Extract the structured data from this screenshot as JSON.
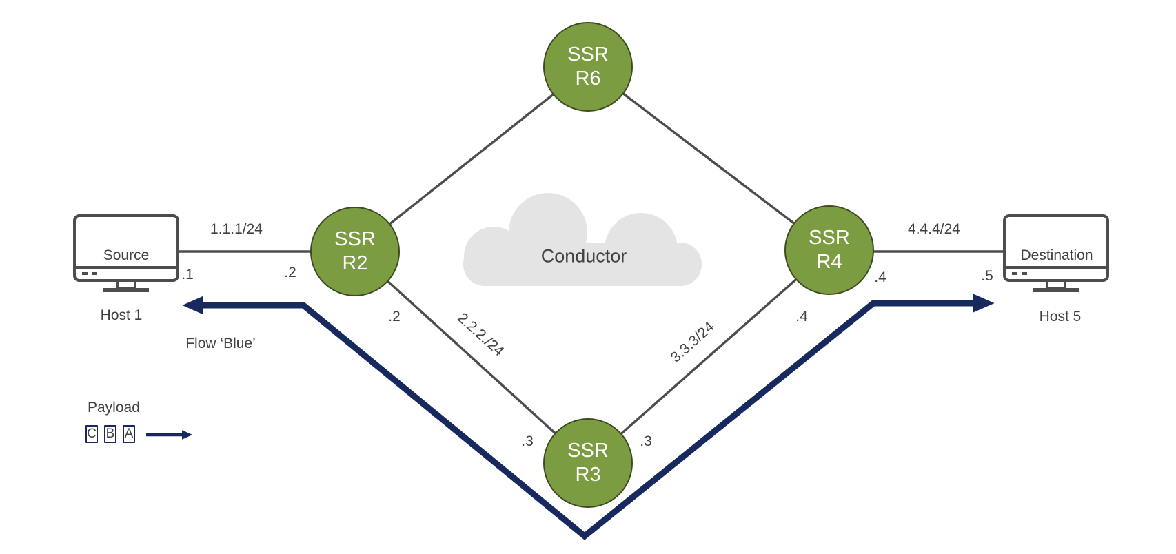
{
  "colors": {
    "node_green": "#7c9c42",
    "node_border": "#3e4a21",
    "flow_navy": "#18295e",
    "link_gray": "#4d4d4d",
    "cloud_gray": "#e4e4e4",
    "text_gray": "#414141"
  },
  "nodes": {
    "r6": {
      "line1": "SSR",
      "line2": "R6"
    },
    "r2": {
      "line1": "SSR",
      "line2": "R2"
    },
    "r4": {
      "line1": "SSR",
      "line2": "R4"
    },
    "r3": {
      "line1": "SSR",
      "line2": "R3"
    }
  },
  "cloud": {
    "label": "Conductor"
  },
  "hosts": {
    "source": {
      "label": "Source",
      "caption": "Host 1"
    },
    "destination": {
      "label": "Destination",
      "caption": "Host 5"
    }
  },
  "links": {
    "source_r2": {
      "subnet": "1.1.1/24",
      "host_if": ".1",
      "router_if": ".2"
    },
    "r2_r3": {
      "subnet": "2.2.2./24",
      "r2_if": ".2",
      "r3_if": ".3"
    },
    "r3_r4": {
      "subnet": "3.3.3/24",
      "r3_if": ".3",
      "r4_if": ".4"
    },
    "r4_destination": {
      "subnet": "4.4.4/24",
      "router_if": ".4",
      "host_if": ".5"
    }
  },
  "flow": {
    "label": "Flow ‘Blue’"
  },
  "payload": {
    "label": "Payload",
    "packets": [
      "C",
      "B",
      "A"
    ]
  }
}
